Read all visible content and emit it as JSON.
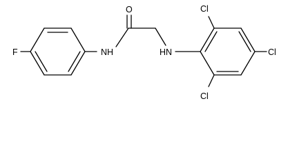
{
  "molecule": {
    "atoms": {
      "fluorine": "F",
      "amide_nitrogen": "N",
      "amide_hydrogen": "H",
      "carbonyl_oxygen": "O",
      "amine_hydrogen": "H",
      "amine_nitrogen": "N",
      "chlorine_top": "Cl",
      "chlorine_right": "Cl",
      "chlorine_bottom": "Cl"
    }
  }
}
